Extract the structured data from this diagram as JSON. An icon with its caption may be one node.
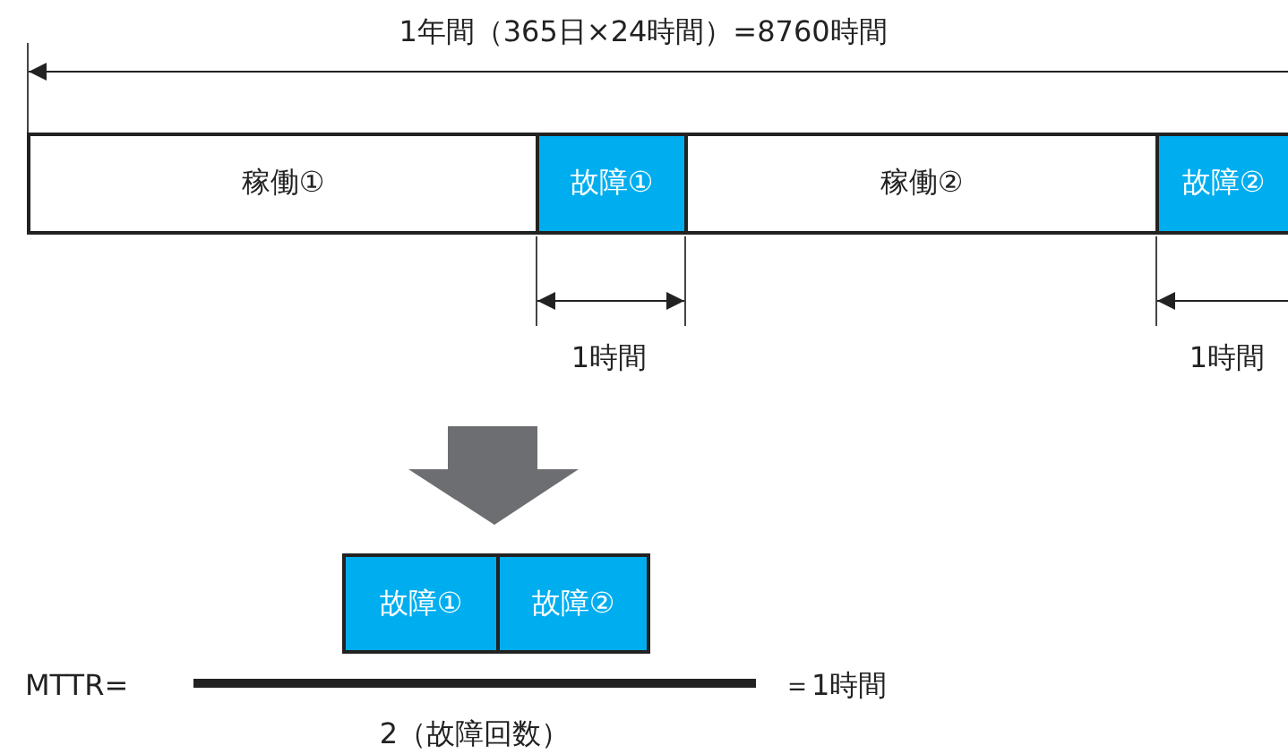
{
  "diagram": {
    "nodes": [
      {
        "text": [
          "稼働①"
        ]
      },
      {
        "text": [
          "故障①"
        ]
      },
      {
        "text": [
          "稼働②"
        ]
      },
      {
        "text": [
          "故障②"
        ]
      },
      {
        "text": [
          "故障①"
        ]
      },
      {
        "text": [
          "故障②"
        ]
      }
    ],
    "labels": [
      "1年間（365日×24時間）=8760時間",
      "1時間",
      "1時間",
      "MTTR=",
      "＝1時間",
      "2（故障回数）"
    ]
  }
}
